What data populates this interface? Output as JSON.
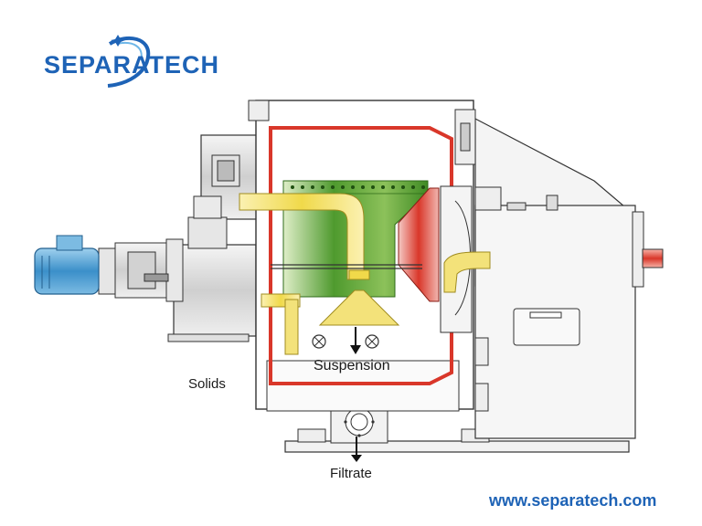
{
  "brand": {
    "logo_text": "SEPARATECH",
    "website": "www.separatech.com"
  },
  "labels": {
    "solids": "Solids",
    "suspension": "Suspension",
    "filtrate": "Filtrate"
  },
  "colors": {
    "logo_blue": "#1e63b6",
    "basket_green": "#6aa83a",
    "feed_yellow": "#f3e27a",
    "cone_red": "#d9372a",
    "casing_grey": "#e6e6e6",
    "motor_blue": "#5aa6d8",
    "outline": "#333333"
  }
}
